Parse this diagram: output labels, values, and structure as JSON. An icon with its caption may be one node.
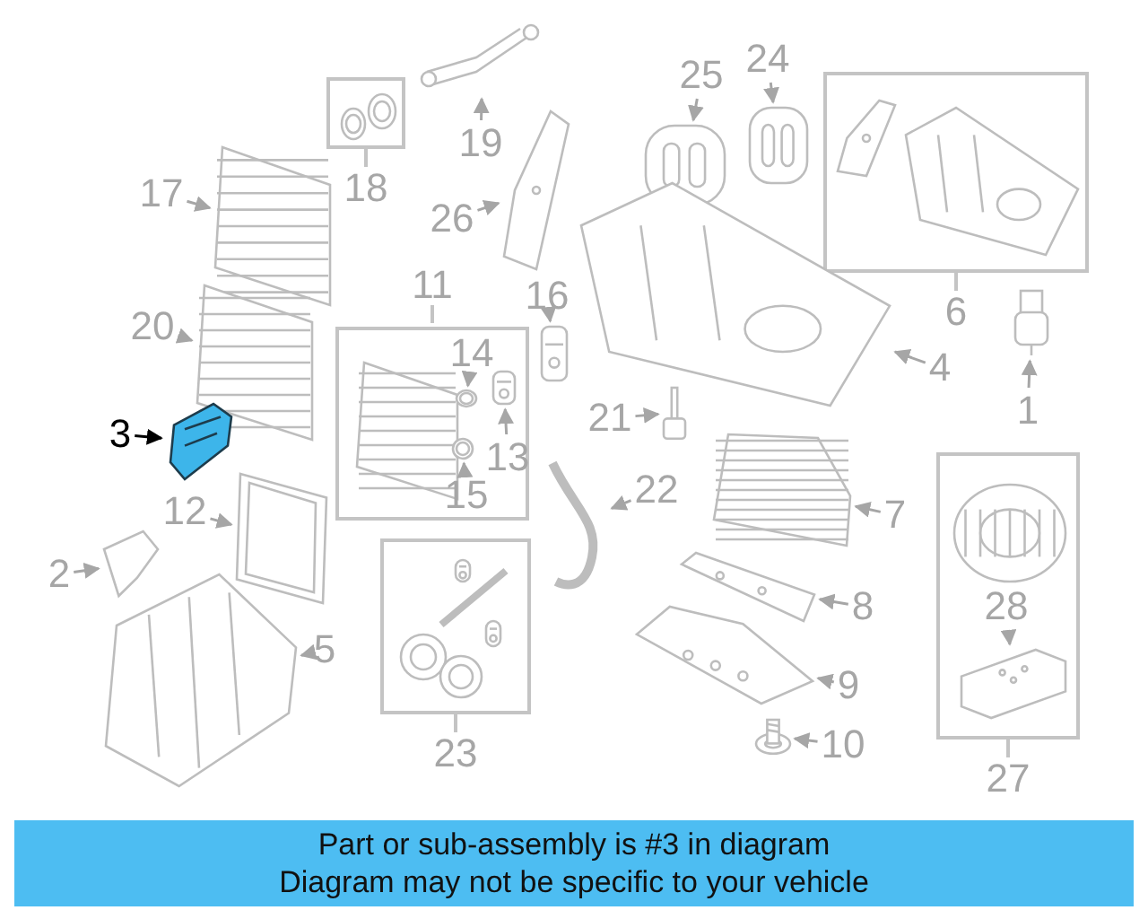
{
  "diagram": {
    "nodes": [
      {
        "text": [
          "25"
        ]
      },
      {
        "text": [],
        "shape": "picture"
      },
      {
        "text": [
          "24"
        ]
      },
      {
        "text": [],
        "shape": "picture"
      },
      {
        "text": [
          "6"
        ]
      },
      {
        "text": [
          "18"
        ]
      },
      {
        "text": [
          "19"
        ]
      },
      {
        "text": [],
        "shape": "picture"
      },
      {
        "text": [
          "17"
        ]
      },
      {
        "text": [],
        "shape": "picture"
      },
      {
        "text": [
          "26"
        ]
      },
      {
        "text": [],
        "shape": "picture"
      },
      {
        "text": [
          "4"
        ]
      },
      {
        "text": [],
        "shape": "picture"
      },
      {
        "text": [
          "1"
        ]
      },
      {
        "text": [],
        "shape": "picture"
      },
      {
        "text": [
          "20"
        ]
      },
      {
        "text": [],
        "shape": "picture"
      },
      {
        "text": [
          "11"
        ]
      },
      {
        "text": [
          "14"
        ],
        "in": 18
      },
      {
        "text": [],
        "shape": "picture",
        "in": 18
      },
      {
        "text": [
          "13"
        ],
        "in": 18
      },
      {
        "text": [],
        "shape": "picture",
        "in": 18
      },
      {
        "text": [
          "15"
        ],
        "in": 18
      },
      {
        "text": [],
        "shape": "picture",
        "in": 18
      },
      {
        "text": [
          "16"
        ]
      },
      {
        "text": [],
        "shape": "picture"
      },
      {
        "text": [
          "21"
        ]
      },
      {
        "text": [],
        "shape": "picture"
      },
      {
        "text": [
          "3"
        ]
      },
      {
        "text": [],
        "shape": "picture"
      },
      {
        "text": [
          "27"
        ]
      },
      {
        "text": [
          "28"
        ],
        "in": 31
      },
      {
        "text": [],
        "shape": "picture",
        "in": 31
      },
      {
        "text": [
          "22"
        ]
      },
      {
        "text": [],
        "shape": "picture"
      },
      {
        "text": [
          "7"
        ]
      },
      {
        "text": [],
        "shape": "picture"
      },
      {
        "text": [
          "12"
        ]
      },
      {
        "text": [],
        "shape": "picture"
      },
      {
        "text": [
          "2"
        ]
      },
      {
        "text": [],
        "shape": "picture"
      },
      {
        "text": [
          "8"
        ]
      },
      {
        "text": [],
        "shape": "picture"
      },
      {
        "text": [
          "23"
        ]
      },
      {
        "text": [
          "5"
        ]
      },
      {
        "text": [],
        "shape": "picture"
      },
      {
        "text": [
          "9"
        ]
      },
      {
        "text": [],
        "shape": "picture"
      },
      {
        "text": [
          "10"
        ]
      },
      {
        "text": [],
        "shape": "picture"
      }
    ],
    "edges": [
      {
        "from": 0,
        "to": 1,
        "arrow": "to"
      },
      {
        "from": 2,
        "to": 3,
        "arrow": "to"
      },
      {
        "from": 6,
        "to": 7,
        "arrow": "to"
      },
      {
        "from": 8,
        "to": 9,
        "arrow": "to"
      },
      {
        "from": 10,
        "to": 11,
        "arrow": "to"
      },
      {
        "from": 12,
        "to": 13,
        "arrow": "to"
      },
      {
        "from": 14,
        "to": 15,
        "arrow": "to"
      },
      {
        "from": 16,
        "to": 17,
        "arrow": "to"
      },
      {
        "from": 19,
        "to": 20,
        "arrow": "to"
      },
      {
        "from": 21,
        "to": 22,
        "arrow": "to"
      },
      {
        "from": 23,
        "to": 24,
        "arrow": "to"
      },
      {
        "from": 25,
        "to": 26,
        "arrow": "to"
      },
      {
        "from": 27,
        "to": 28,
        "arrow": "to"
      },
      {
        "from": 29,
        "to": 30,
        "arrow": "to",
        "color": "#000000"
      },
      {
        "from": 32,
        "to": 33,
        "arrow": "to"
      },
      {
        "from": 34,
        "to": 35,
        "arrow": "to"
      },
      {
        "from": 36,
        "to": 37,
        "arrow": "to"
      },
      {
        "from": 38,
        "to": 39,
        "arrow": "to"
      },
      {
        "from": 40,
        "to": 41,
        "arrow": "to"
      },
      {
        "from": 42,
        "to": 43,
        "arrow": "to"
      },
      {
        "from": 45,
        "to": 46,
        "arrow": "to"
      },
      {
        "from": 47,
        "to": 48,
        "arrow": "to"
      },
      {
        "from": 49,
        "to": 50,
        "arrow": "to"
      }
    ],
    "labels": [
      "Part or sub-assembly is #3 in diagram",
      "Diagram may not be specific to your vehicle"
    ]
  }
}
